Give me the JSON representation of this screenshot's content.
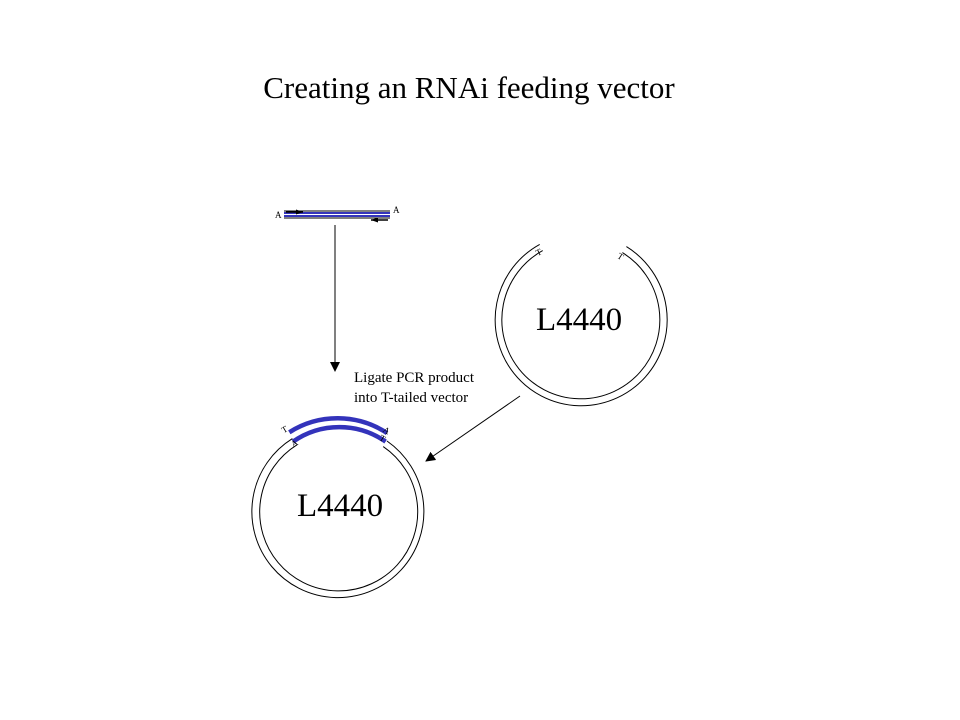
{
  "title": "Creating an RNAi feeding vector",
  "vector_name": "L4440",
  "caption_line_1": "Ligate PCR product",
  "caption_line_2": "into T-tailed vector",
  "pcr_product": {
    "left_overhang": "A",
    "right_overhang": "A"
  },
  "open_vector": {
    "left_tail": "T",
    "right_tail": "T"
  },
  "ligated_vector": {
    "outer_left": "T",
    "inner_left": "A",
    "outer_right": "A",
    "inner_right": "T"
  },
  "colors": {
    "insert": "#3333bb",
    "strand": "#000000"
  }
}
